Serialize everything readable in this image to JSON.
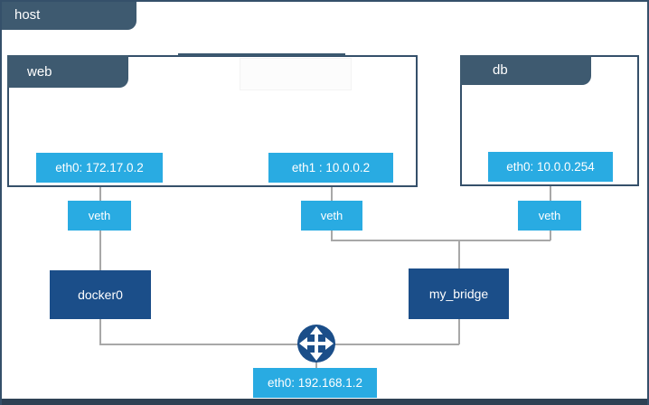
{
  "host": {
    "label": "host",
    "interface": "eth0: 192.168.1.2"
  },
  "containers": [
    {
      "name": "web",
      "interfaces": [
        "eth0: 172.17.0.2",
        "eth1 : 10.0.0.2"
      ]
    },
    {
      "name": "db",
      "interfaces": [
        "eth0: 10.0.0.254"
      ]
    }
  ],
  "veths": [
    "veth",
    "veth",
    "veth"
  ],
  "bridges": [
    "docker0",
    "my_bridge"
  ],
  "icons": {
    "router": "four-way-arrows-router-icon"
  },
  "colors": {
    "accent_blue": "#29abe2",
    "navy": "#1b4e89",
    "slate_tab": "#3e5a70",
    "box_border": "#35506a",
    "connector_line": "#a8a8a8",
    "bottom_bar": "#2e4154"
  }
}
